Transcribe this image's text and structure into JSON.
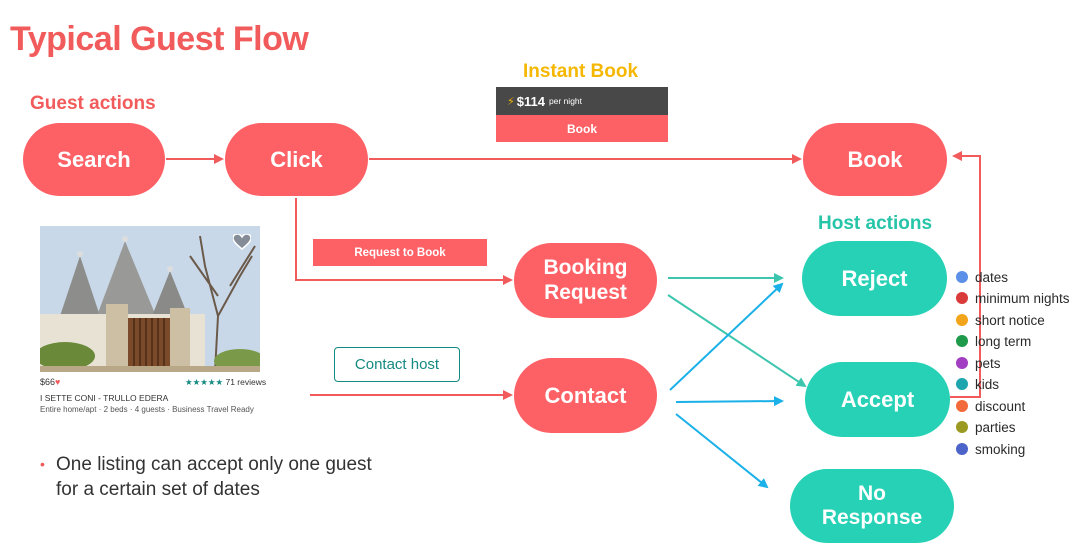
{
  "title": "Typical Guest Flow",
  "labels": {
    "guest_actions": "Guest actions",
    "instant_book": "Instant Book",
    "host_actions": "Host actions"
  },
  "nodes": {
    "search": "Search",
    "click": "Click",
    "book": "Book",
    "booking_request_line1": "Booking",
    "booking_request_line2": "Request",
    "contact": "Contact",
    "reject": "Reject",
    "accept": "Accept",
    "no_response_line1": "No",
    "no_response_line2": "Response"
  },
  "instant_book_widget": {
    "price": "$114",
    "per_night": "per night",
    "book_label": "Book",
    "bolt_icon": "lightning-bolt-icon"
  },
  "request_to_book_label": "Request to Book",
  "contact_host_label": "Contact host",
  "listing": {
    "price": "$66",
    "stars": "★★★★★",
    "reviews": "71 reviews",
    "name": "I SETTE CONI - TRULLO EDERA",
    "details": "Entire home/apt · 2 beds · 4 guests · Business Travel Ready",
    "heart_icon": "heart-icon"
  },
  "legend": [
    {
      "label": "dates",
      "color": "#5b8fe8"
    },
    {
      "label": "minimum nights",
      "color": "#d93b3b"
    },
    {
      "label": "short notice",
      "color": "#f2a51a"
    },
    {
      "label": "long term",
      "color": "#1e9a4a"
    },
    {
      "label": "pets",
      "color": "#a23ec2"
    },
    {
      "label": "kids",
      "color": "#1ea5ad"
    },
    {
      "label": "discount",
      "color": "#f26a3a"
    },
    {
      "label": "parties",
      "color": "#9a9a22"
    },
    {
      "label": "smoking",
      "color": "#4c63c9"
    }
  ],
  "bullet": {
    "line1": "One listing can accept only one guest",
    "line2": "for a certain set of dates"
  },
  "colors": {
    "guest_red": "#fd6166",
    "title_red": "#f25b5b",
    "instant_yellow": "#f5b700",
    "host_teal": "#26d1b6",
    "arrow_blue": "#1ab0e8"
  }
}
